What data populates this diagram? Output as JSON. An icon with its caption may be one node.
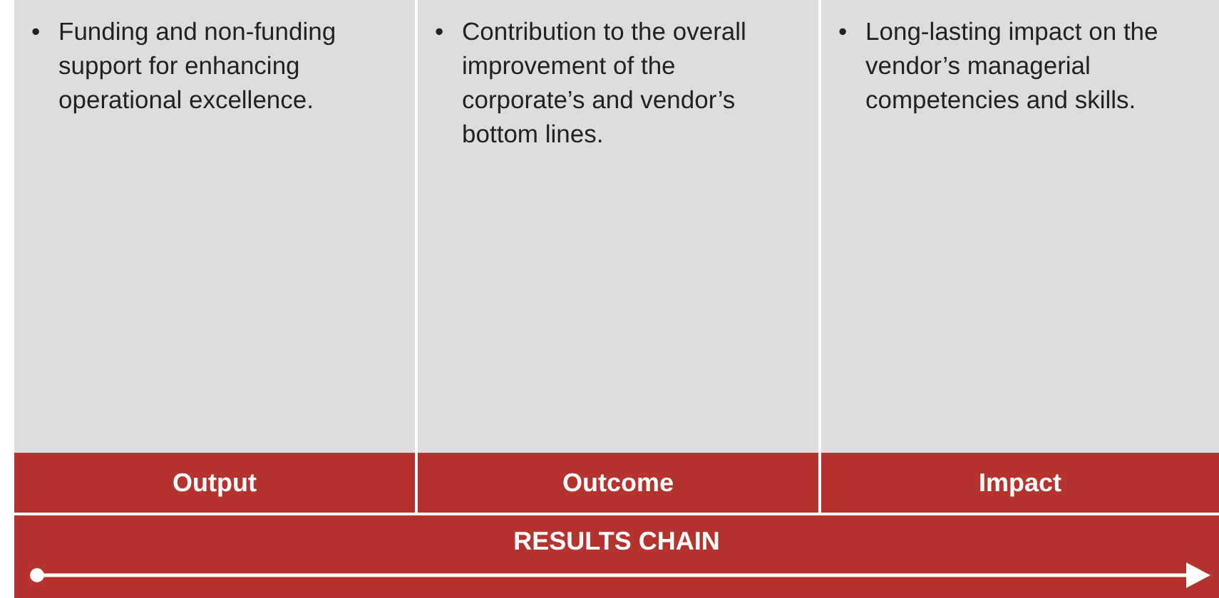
{
  "diagram": {
    "nodes": [
      {
        "text": [
          "•",
          "Funding and non-funding support for enhancing operational excellence."
        ]
      },
      {
        "text": [
          "•",
          "Contribution to the overall improvement of the corporate’s and vendor’s bottom lines."
        ]
      },
      {
        "text": [
          "•",
          "Long-lasting impact on the vendor’s managerial competencies and skills."
        ]
      },
      {
        "text": [
          "Output"
        ]
      },
      {
        "text": [
          "Outcome"
        ]
      },
      {
        "text": [
          "Impact"
        ]
      },
      {
        "text": [
          "RESULTS CHAIN"
        ]
      }
    ]
  }
}
